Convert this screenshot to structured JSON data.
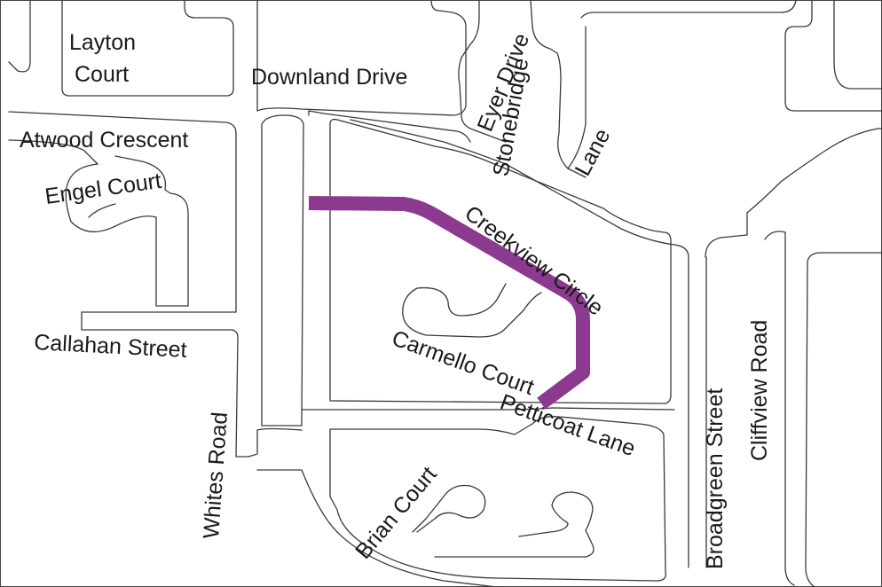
{
  "map": {
    "colors": {
      "background": "#ffffff",
      "road_outline": "#3a3a3a",
      "label": "#1a1a1a",
      "highlight_route": "#8b3a8f"
    },
    "highlighted_route": "Creekview Circle",
    "streets": {
      "layton_court_1": "Layton",
      "layton_court_2": "Court",
      "downland_drive": "Downland Drive",
      "eyer_drive": "Eyer Drive",
      "stonebridge": "Stonebridge",
      "lane": "Lane",
      "atwood_crescent": "Atwood Crescent",
      "engel_court": "Engel Court",
      "creekview_circle": "Creekview Circle",
      "carmello_court": "Carmello Court",
      "callahan_street": "Callahan Street",
      "whites_road": "Whites Road",
      "petticoat_lane": "Petticoat Lane",
      "broadgreen_street": "Broadgreen Street",
      "cliffview_road": "Cliffview Road",
      "brian_court": "Brian Court"
    }
  }
}
